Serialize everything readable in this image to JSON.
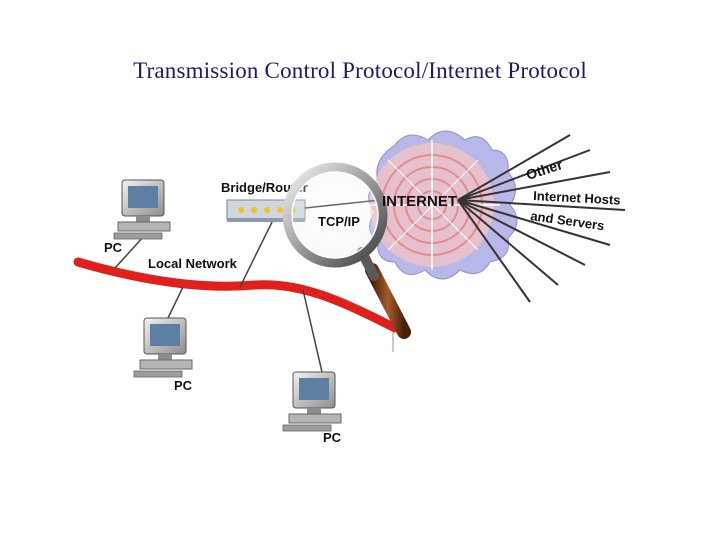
{
  "title": "Transmission Control Protocol/Internet Protocol",
  "diagram": {
    "labels": {
      "pc_top": "PC",
      "pc_mid": "PC",
      "pc_bottom": "PC",
      "local_network": "Local Network",
      "bridge_router": "Bridge/Router",
      "tcpip": "TCP/IP",
      "internet": "INTERNET",
      "other": "Other",
      "internet_hosts": "Internet Hosts",
      "and_servers": "and Servers"
    },
    "colors": {
      "title": "#1a1a66",
      "local_network_line": "#e0201a",
      "internet_cloud": "#b8b8e8",
      "internet_rings": "#f2a0a0",
      "magnifier_handle": "#7a3a18"
    }
  }
}
